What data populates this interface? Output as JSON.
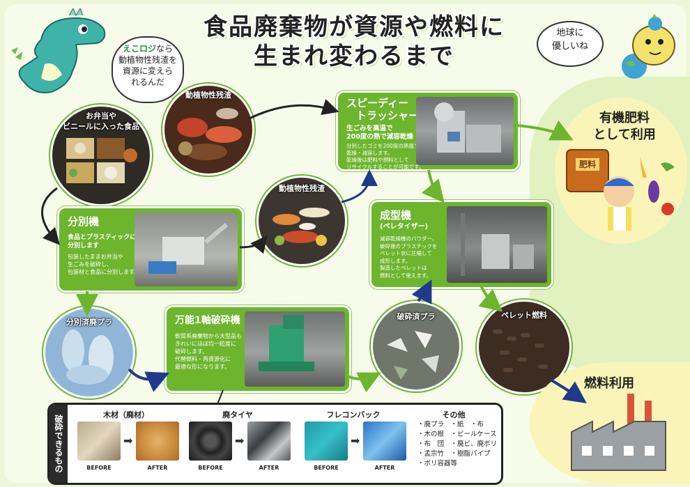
{
  "title": {
    "line1": "食品廃棄物が資源や燃料に",
    "line2": "生まれ変わるまで"
  },
  "dino_bubble": {
    "brand": "えこロジ",
    "suffix": "なら",
    "line2": "動植物性残渣を",
    "line3": "資源に変えら",
    "line4": "れるんだ"
  },
  "earth_bubble": {
    "line1": "地球に",
    "line2": "優しいね"
  },
  "circles": {
    "bento": {
      "line1": "お弁当や",
      "line2": "ビニールに入った食品"
    },
    "residue_top": "動植物性残渣",
    "residue_mid": "動植物性残渣",
    "plastic_sorted": "分別済廃プラ",
    "crushed_plastic": "破砕済プラ",
    "pellet_fuel": "ペレット燃料"
  },
  "boxes": {
    "crusher": {
      "head1": "スピーディー",
      "head2": "トラッシャー",
      "sub1": "生ごみを高温で",
      "sub2": "200度の熱で減容乾燥",
      "body": [
        "分別したゴミを200度の熱風で",
        "乾燥・減容します。",
        "乾燥後は肥料や燃料として",
        "リサイクルすることが可能です。"
      ]
    },
    "sorter": {
      "head": "分別機",
      "sub1": "食品とプラスティックに",
      "sub2": "分別します",
      "body": [
        "包装したままお弁当や",
        "生ごみを破砕し、",
        "包装材と食品に分別します。"
      ]
    },
    "shredder": {
      "head": "万能1軸破砕機",
      "body": [
        "軟質系廃棄物から大型品も",
        "きれいにほぼ均一粒度に",
        "破砕します。",
        "代替燃料・再資源化に",
        "最適な形になります。"
      ]
    },
    "molder": {
      "head": "成型機",
      "sub": "(ペレタイザー)",
      "body": [
        "減容乾燥機のパウダー、",
        "破砕後のプラスチックを",
        "ペレット状に圧縮して",
        "成形します。",
        "製造したペレットは",
        "燃料として使えます。"
      ]
    }
  },
  "uses": {
    "fertilizer": {
      "line1": "有機肥料",
      "line2": "として利用",
      "bag": "肥料"
    },
    "fuel": "燃料利用"
  },
  "bottom": {
    "side_label": "破砕できるもの",
    "items": [
      {
        "title": "木材（廃材）",
        "before": "BEFORE",
        "after": "AFTER"
      },
      {
        "title": "廃タイヤ",
        "before": "BEFORE",
        "after": "AFTER"
      },
      {
        "title": "フレコンバック",
        "before": "BEFORE",
        "after": "AFTER"
      }
    ],
    "other_title": "その他",
    "other_items": [
      "・廃プラ　・紙　・布",
      "・木の根　・ビールケース",
      "・布　団　・廃ビ、廃ポリ",
      "・孟宗竹　・樹脂パイプ",
      "・ポリ容器等"
    ]
  },
  "colors": {
    "green": "#6cb52d",
    "navy": "#1f3a8a",
    "bg": "#eef6da"
  }
}
